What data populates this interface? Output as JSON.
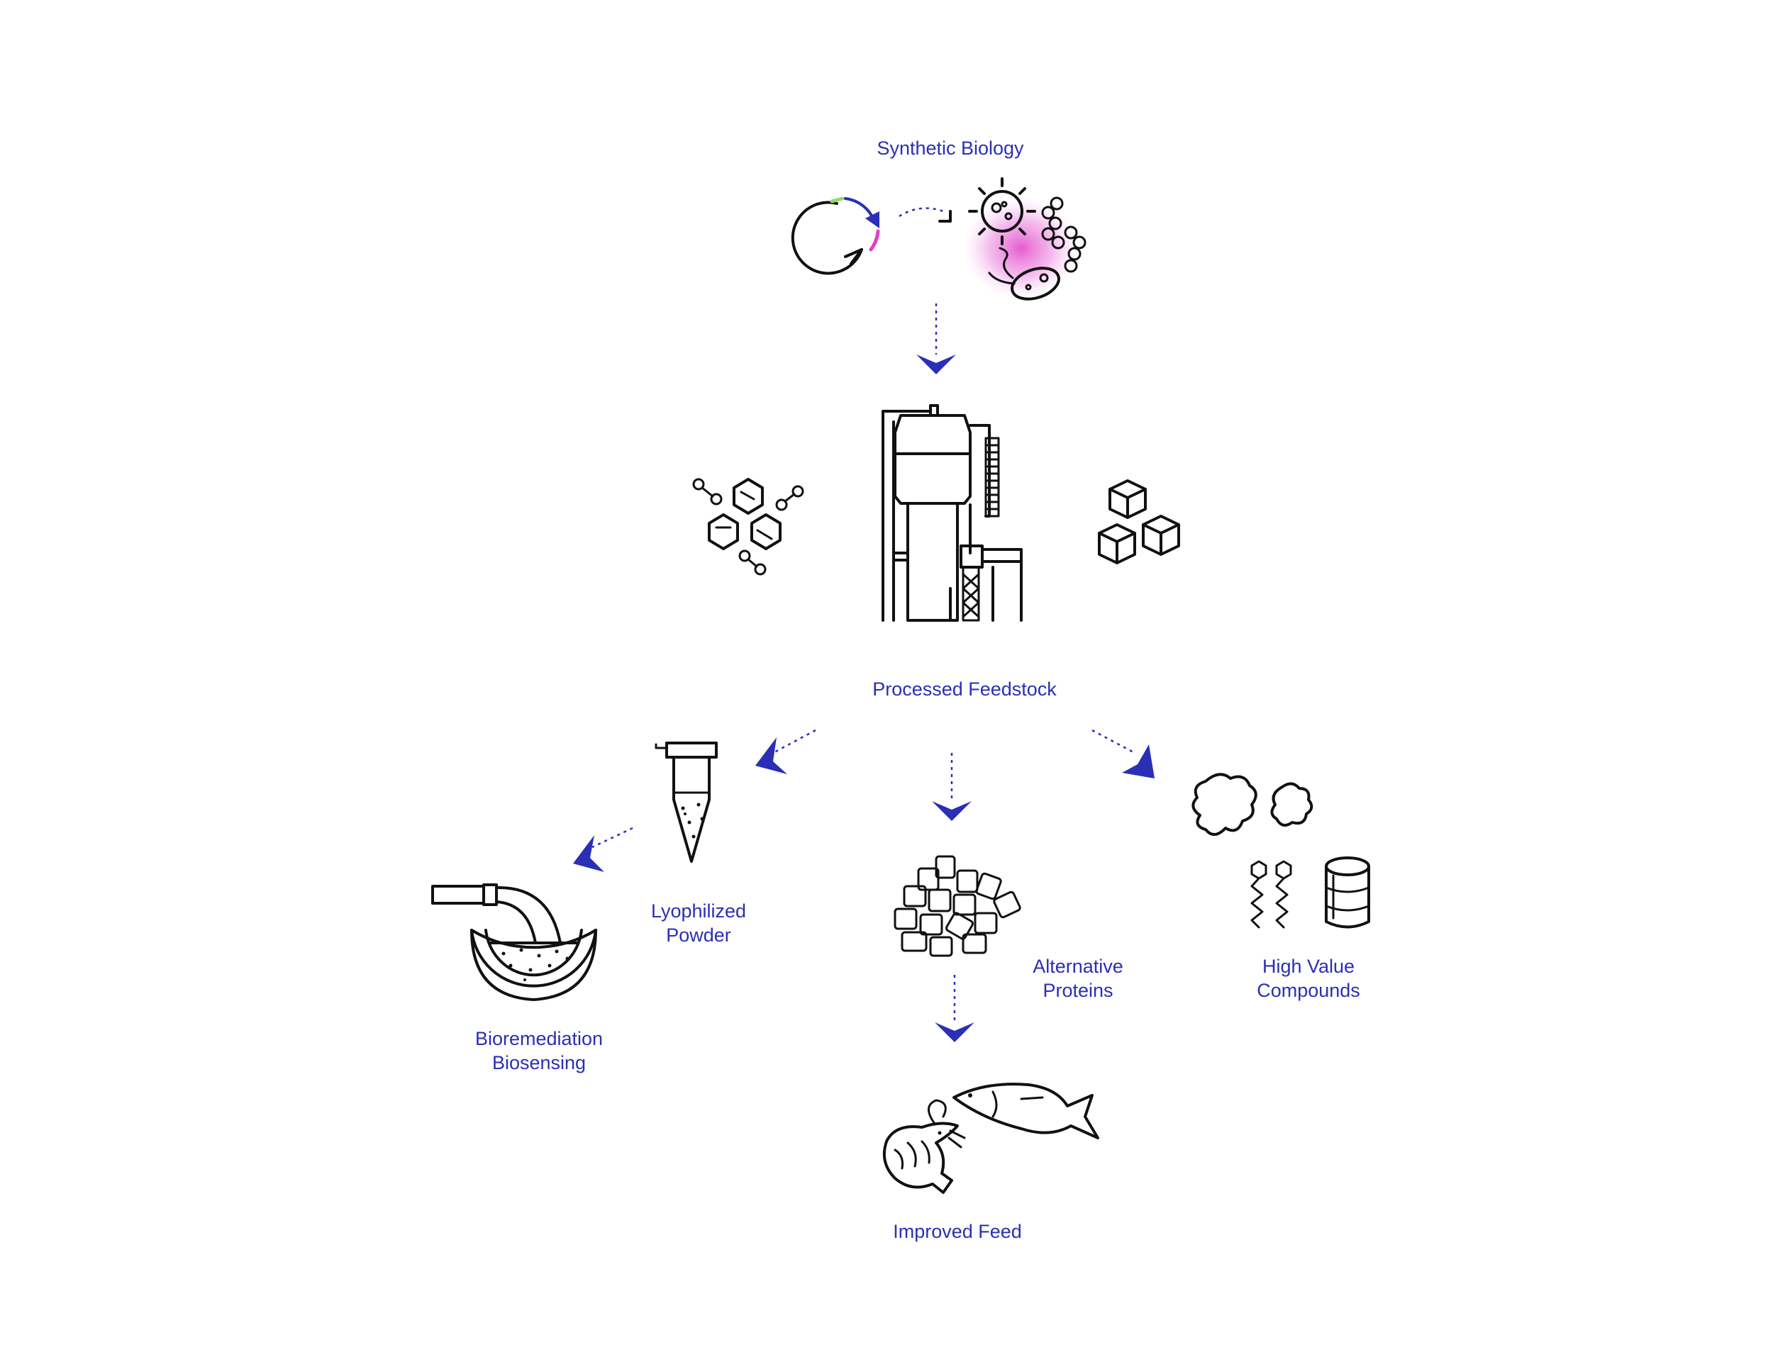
{
  "nodes": {
    "synthetic_biology": "Synthetic Biology",
    "processed_feedstock": "Processed Feedstock",
    "lyophilized_powder": [
      "Lyophilized",
      "Powder"
    ],
    "alternative_proteins": [
      "Alternative",
      "Proteins"
    ],
    "high_value_compounds": [
      "High Value",
      "Compounds"
    ],
    "bioremediation": [
      "Bioremediation",
      "Biosensing"
    ],
    "improved_feed": "Improved Feed"
  },
  "colors": {
    "label": "#2a2fb6",
    "arrow": "#2a2fb6",
    "line_art": "#111111",
    "microbe_glow": "#e040c8",
    "plasmid_green": "#8fdc6a",
    "plasmid_pink": "#e040c8"
  },
  "icons": [
    "plasmid-icon",
    "microbes-icon",
    "molecules-icon",
    "bioreactor-icon",
    "cubes-icon",
    "powder-tube-icon",
    "bioremediation-pipe-icon",
    "protein-pellets-icon",
    "compounds-icon",
    "shrimp-fish-icon"
  ]
}
